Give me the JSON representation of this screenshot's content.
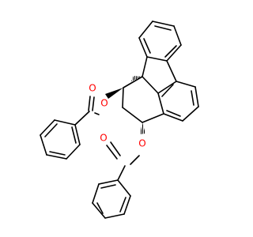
{
  "diagram": {
    "type": "chemical-structure",
    "atoms": {
      "ester_oxygen_top": "O",
      "carbonyl_oxygen_top": "O",
      "ester_oxygen_bottom": "O",
      "carbonyl_oxygen_bottom": "O"
    },
    "colors": {
      "bond": "#000000",
      "oxygen": "#ff0000",
      "background": "#ffffff"
    }
  }
}
